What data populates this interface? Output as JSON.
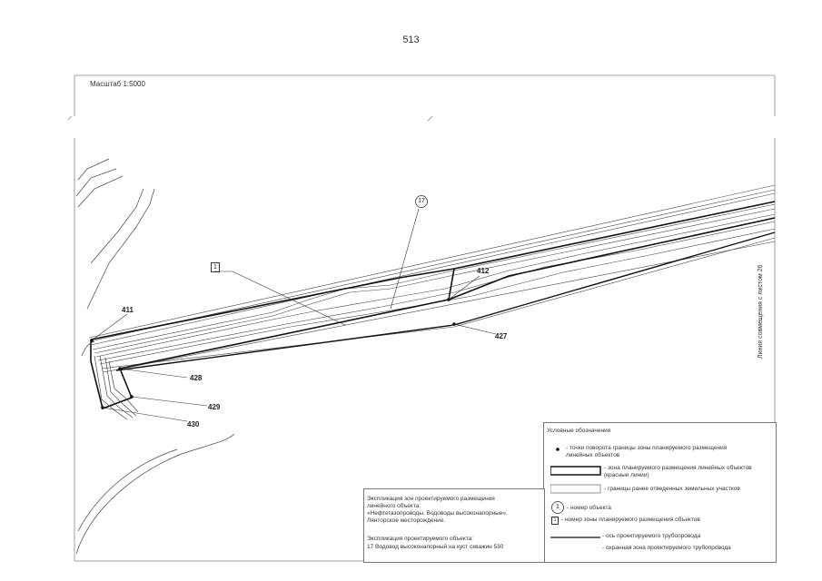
{
  "page_number": "513",
  "scale": "Масштаб 1:5000",
  "match_line": "Линия совмещения с листом 26",
  "labels": {
    "object_marker": "17",
    "zone_marker": "1",
    "points": [
      "411",
      "412",
      "427",
      "428",
      "429",
      "430"
    ]
  },
  "legend": {
    "title": "Условные обозначения",
    "items": [
      "- точки поворота границы зоны планируемого размещения линейных объектов",
      "- зона планируемого размещения линейных объектов (красные линии)",
      "- границы ранее отведенных земельных участков",
      "- номер  объекта",
      "- номер зоны планируемого размещения объектов",
      "- ось проектируемого трубопровода",
      "- охранная зона проектируемого трубопровода"
    ],
    "marker_number": "1"
  },
  "explication": {
    "zones_title": "Экспликация зон проектируемого размещения линейного объекта:",
    "zones_text": "«Нефтегазопроводы. Водоводы высоконапорные». Лянторское месторождение.",
    "object_title": "Экспликация проектируемого объекта:",
    "object_entry": "17   Водовод высоконапорный на куст скважин 530"
  }
}
